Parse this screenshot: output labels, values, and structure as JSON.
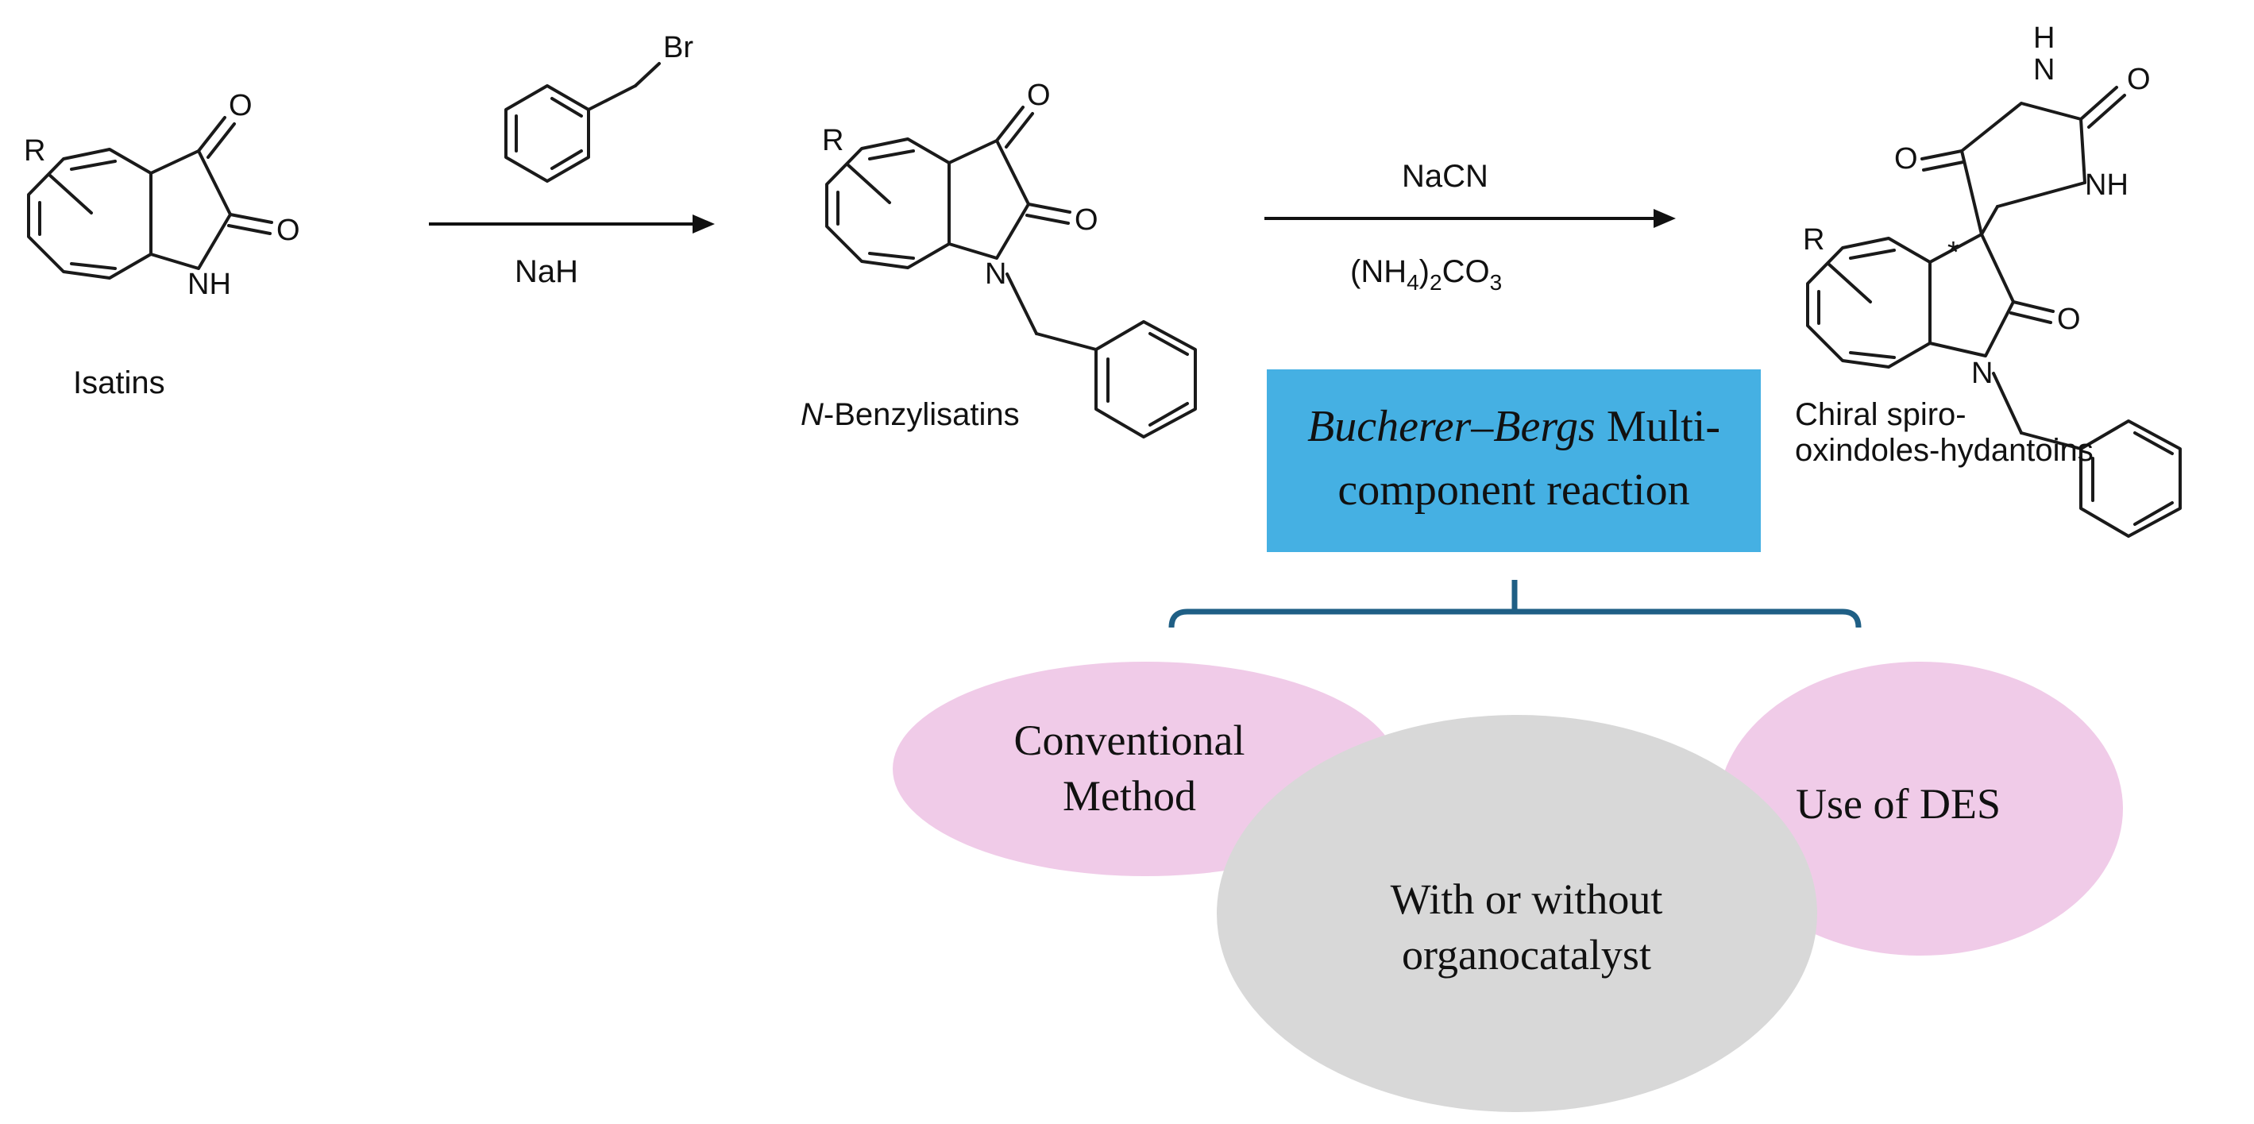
{
  "atoms": {
    "O": "O",
    "N": "N",
    "H": "H",
    "NH": "NH",
    "R": "R",
    "Br": "Br",
    "star": "*"
  },
  "compounds": {
    "isatins": "Isatins",
    "benzyl_prefix": "N",
    "benzyl_rest": "-Benzylisatins",
    "product_line1": "Chiral spiro-",
    "product_line2": "oxindoles-hydantoins"
  },
  "step1": {
    "reagent_below": "NaH"
  },
  "step2": {
    "reagent_above": "NaCN",
    "reagent_below_a": "(NH",
    "reagent_below_sub1": "4",
    "reagent_below_b": ")",
    "reagent_below_sub2": "2",
    "reagent_below_c": "CO",
    "reagent_below_sub3": "3"
  },
  "reaction_box": {
    "line1_italic": "Bucherer–Bergs",
    "line1_rest": " Multi-",
    "line2": "component reaction",
    "color": "#45b0e3"
  },
  "methods": [
    {
      "line1": "Conventional",
      "line2": "Method",
      "color": "#f0cbe8"
    },
    {
      "line1": "With or without",
      "line2": "organocatalyst",
      "color": "#d8d8d8"
    },
    {
      "line1": "Use of DES",
      "color": "#f0cbe8"
    }
  ],
  "bracket_color": "#1f5f85"
}
